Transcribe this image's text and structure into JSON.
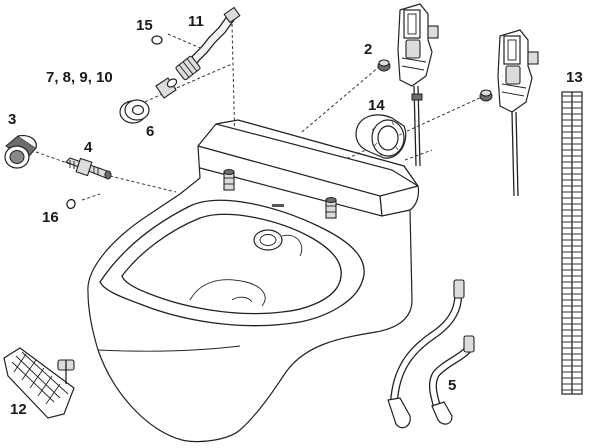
{
  "labels": {
    "p2": "2",
    "p3": "3",
    "p4": "4",
    "p5": "5",
    "p6": "6",
    "p7_10": "7, 8, 9, 10",
    "p11": "11",
    "p12": "12",
    "p13": "13",
    "p14": "14",
    "p15": "15",
    "p16": "16"
  }
}
